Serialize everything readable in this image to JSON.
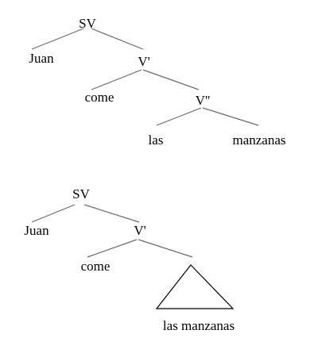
{
  "tree1": {
    "root": "SV",
    "subject": "Juan",
    "vbar": "V'",
    "verb": "come",
    "vdoublebar": "V''",
    "det": "las",
    "noun": "manzanas"
  },
  "tree2": {
    "root": "SV",
    "subject": "Juan",
    "vbar": "V'",
    "verb": "come",
    "collapsed_phrase": "las manzanas"
  }
}
